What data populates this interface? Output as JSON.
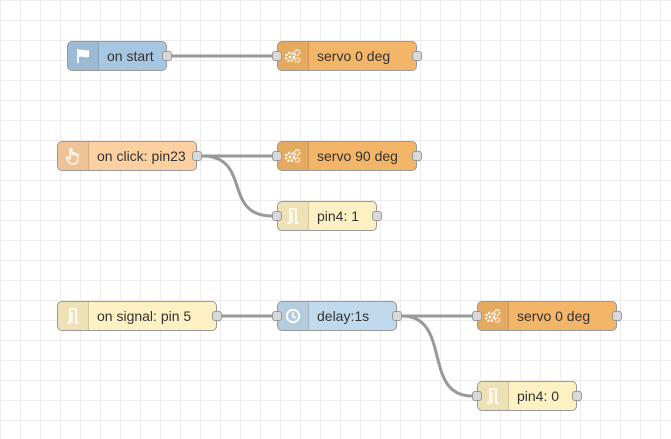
{
  "colors": {
    "inject": "#a6c6e1",
    "function": "#f3b567",
    "trigger": "#fdd0a2",
    "link": "#fdf0c2",
    "delay": "#c0d9ec",
    "wire": "#999999",
    "port": "#d9d9d9"
  },
  "flows": [
    {
      "nodes": [
        {
          "label": "on start",
          "icon": "flag-icon"
        },
        {
          "label": "servo 0 deg",
          "icon": "cogs-icon"
        }
      ]
    },
    {
      "nodes": [
        {
          "label": "on click: pin23",
          "icon": "hand-pointer-icon"
        },
        {
          "label": "servo 90 deg",
          "icon": "cogs-icon"
        },
        {
          "label": "pin4: 1",
          "icon": "signal-pulse-icon"
        }
      ]
    },
    {
      "nodes": [
        {
          "label": "on signal: pin 5",
          "icon": "signal-pulse-icon"
        },
        {
          "label": "delay:1s",
          "icon": "clock-icon"
        },
        {
          "label": "servo 0 deg",
          "icon": "cogs-icon"
        },
        {
          "label": "pin4: 0",
          "icon": "signal-pulse-icon"
        }
      ]
    }
  ]
}
